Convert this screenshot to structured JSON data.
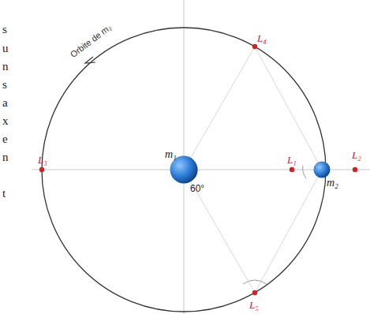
{
  "diagram": {
    "nodes": [
      {
        "text": [
          "m₁"
        ]
      },
      {
        "text": [
          "m₂"
        ]
      }
    ],
    "labels": [
      "Orbite de m₂",
      "L₄",
      "L₁",
      "L₂",
      "L₃",
      "L₅",
      "60°",
      "s",
      "u",
      "n",
      "s",
      "a",
      "x",
      "e",
      "n",
      "t"
    ]
  }
}
